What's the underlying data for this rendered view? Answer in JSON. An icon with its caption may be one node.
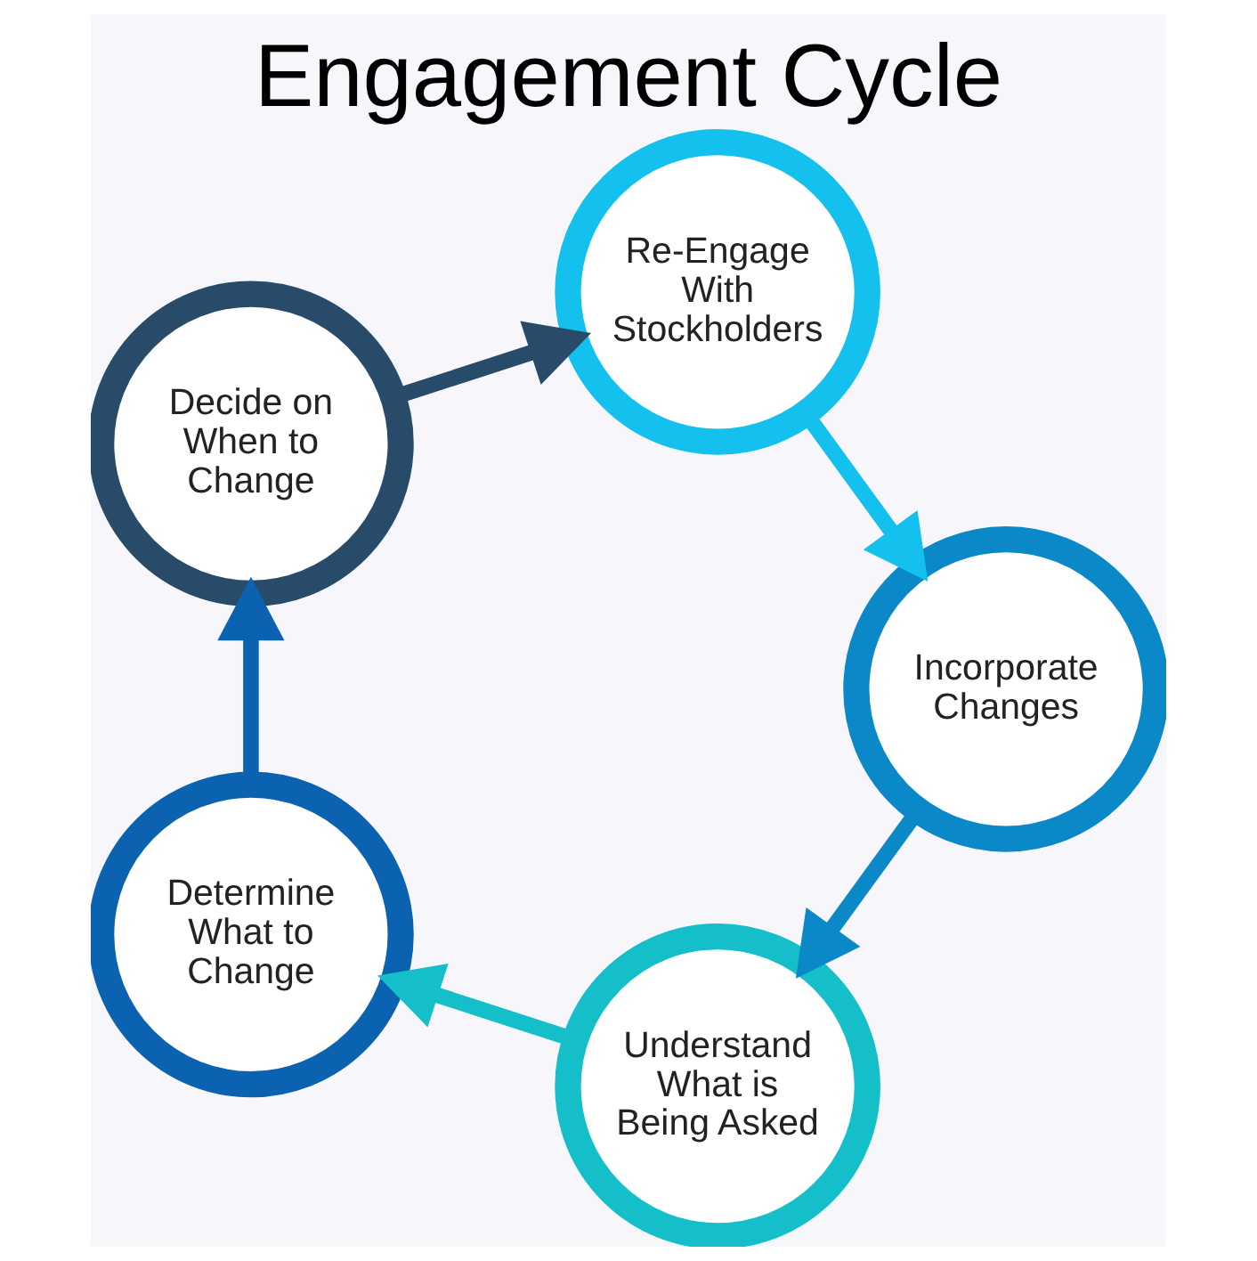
{
  "diagram": {
    "title": "Engagement Cycle",
    "nodes": [
      {
        "text": [
          "Understand What is Being Asked"
        ]
      },
      {
        "text": [
          "Determine What to Change"
        ]
      },
      {
        "text": [
          "Decide on When to Change"
        ]
      },
      {
        "text": [
          "Re-Engage With Stockholders"
        ]
      },
      {
        "text": [
          "Incorporate Changes"
        ]
      }
    ],
    "edges": [
      {
        "from": 0,
        "to": 1,
        "arrow": "to",
        "color": "#14bfc9"
      },
      {
        "from": 1,
        "to": 2,
        "arrow": "to",
        "color": "#0a62b0"
      },
      {
        "from": 2,
        "to": 3,
        "arrow": "to",
        "color": "#284b6a"
      },
      {
        "from": 3,
        "to": 4,
        "arrow": "to",
        "color": "#14c0ee"
      },
      {
        "from": 4,
        "to": 0,
        "arrow": "to",
        "color": "#0b88c8"
      }
    ]
  }
}
